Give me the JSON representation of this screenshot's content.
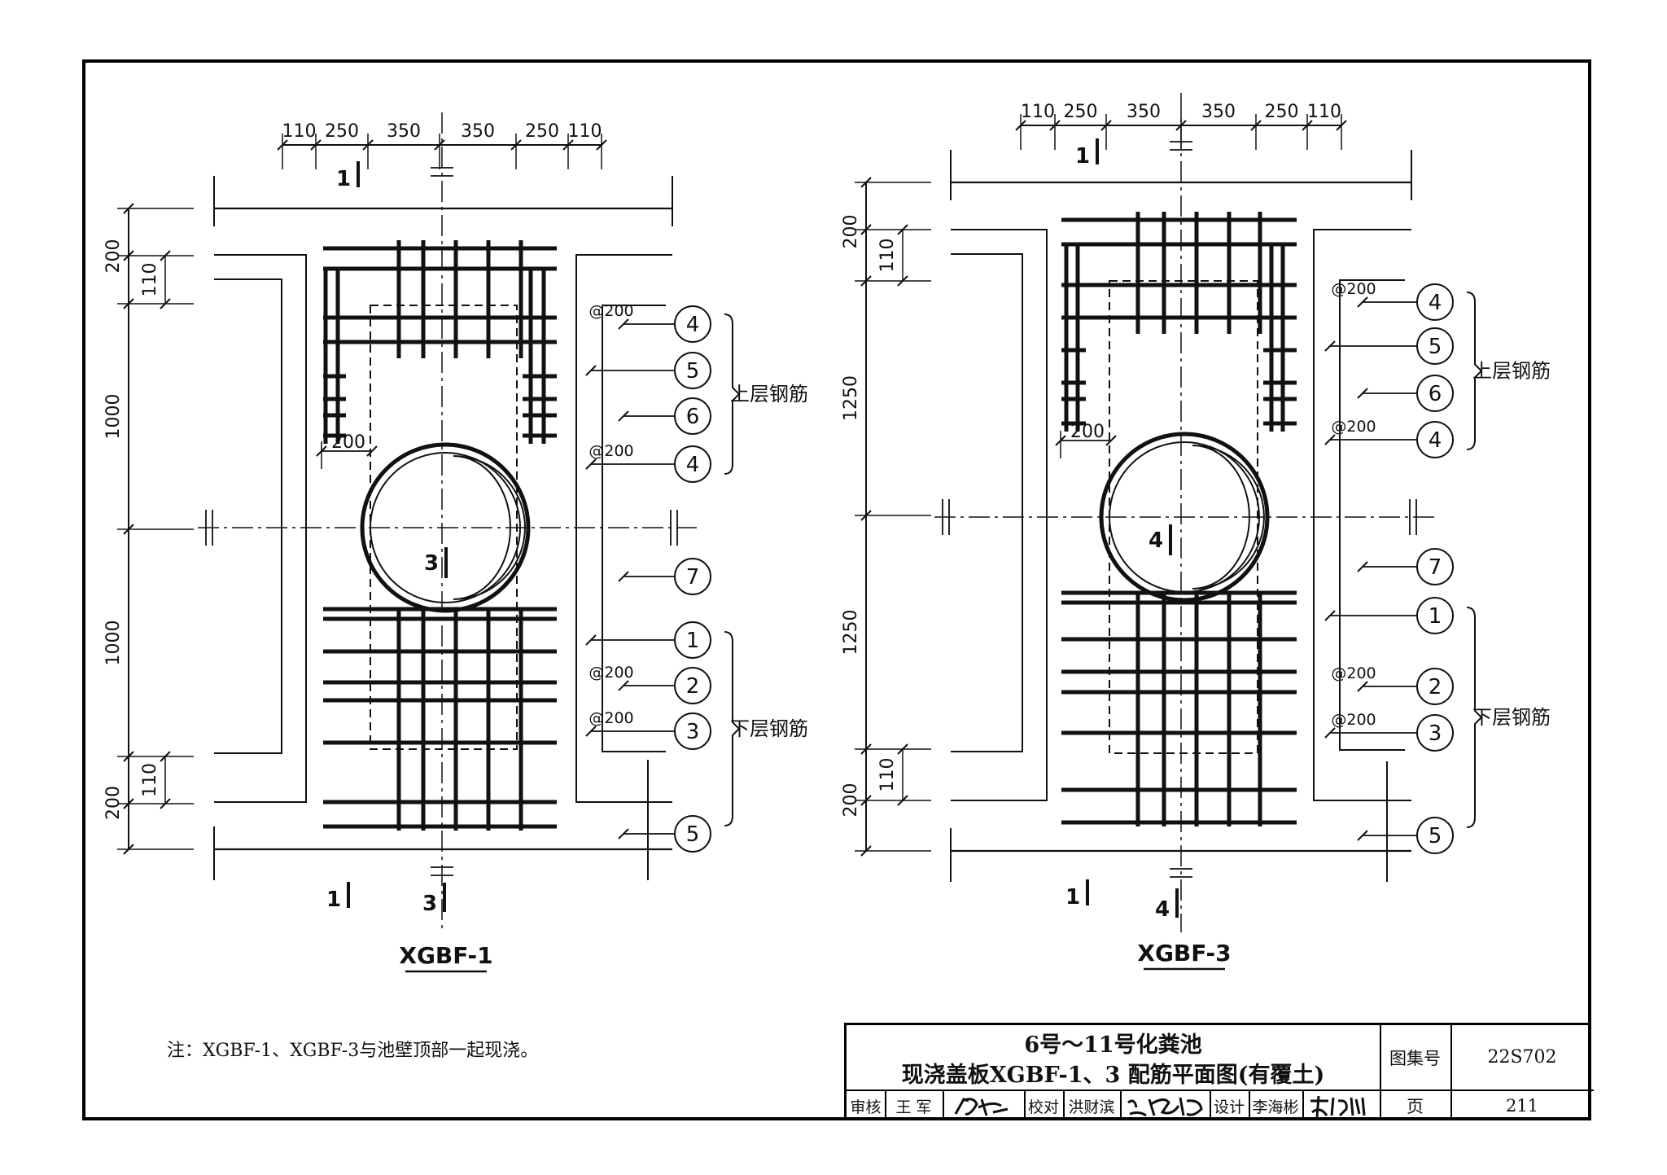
{
  "drawings": [
    {
      "id": "left",
      "title": "XGBF-1",
      "top_dims": [
        "110",
        "250",
        "350",
        "350",
        "250",
        "110"
      ],
      "left_dims": [
        "200",
        "110",
        "1000",
        "1000",
        "110",
        "200"
      ],
      "spacing_200": "200",
      "callouts": [
        {
          "num": "4",
          "note": "@200"
        },
        {
          "num": "5",
          "note": ""
        },
        {
          "num": "6",
          "note": ""
        },
        {
          "num": "4",
          "note": "@200"
        },
        {
          "num": "7",
          "note": ""
        },
        {
          "num": "1",
          "note": ""
        },
        {
          "num": "2",
          "note": "@200"
        },
        {
          "num": "3",
          "note": "@200"
        },
        {
          "num": "5",
          "note": ""
        }
      ],
      "upper_label": "上层钢筋",
      "lower_label": "下层钢筋",
      "section_marks": {
        "top": "1",
        "bottom_left": "1",
        "bottom_center": "3",
        "center": "3"
      }
    },
    {
      "id": "right",
      "title": "XGBF-3",
      "top_dims": [
        "110",
        "250",
        "350",
        "350",
        "250",
        "110"
      ],
      "left_dims": [
        "200",
        "110",
        "1250",
        "1250",
        "110",
        "200"
      ],
      "spacing_200": "200",
      "callouts": [
        {
          "num": "4",
          "note": "@200"
        },
        {
          "num": "5",
          "note": ""
        },
        {
          "num": "6",
          "note": ""
        },
        {
          "num": "4",
          "note": "@200"
        },
        {
          "num": "7",
          "note": ""
        },
        {
          "num": "1",
          "note": ""
        },
        {
          "num": "2",
          "note": "@200"
        },
        {
          "num": "3",
          "note": "@200"
        },
        {
          "num": "5",
          "note": ""
        }
      ],
      "upper_label": "上层钢筋",
      "lower_label": "下层钢筋",
      "section_marks": {
        "top": "1",
        "bottom_left": "1",
        "bottom_center": "4",
        "center": "4"
      }
    }
  ],
  "note": "注：XGBF-1、XGBF-3与池壁顶部一起现浇。",
  "title_block": {
    "title_line1": "6号～11号化粪池",
    "title_line2": "现浇盖板XGBF-1、3 配筋平面图(有覆土)",
    "atlas_label": "图集号",
    "atlas_no": "22S702",
    "page_label": "页",
    "page_no": "211",
    "review_label": "审核",
    "reviewer": "王 军",
    "check_label": "校对",
    "checker": "洪财滨",
    "design_label": "设计",
    "designer": "李海彬"
  }
}
